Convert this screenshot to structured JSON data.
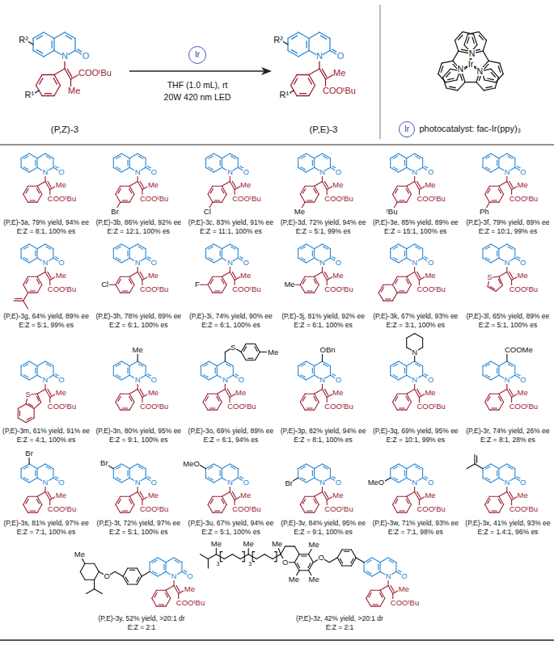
{
  "diagram": {
    "nodes": [
      {
        "text": [
          "Ir"
        ]
      },
      {
        "text": [
          "Ir"
        ]
      }
    ],
    "labels": [
      "R²",
      "R¹",
      "N",
      "O",
      "Me",
      "COOᵗBu",
      "(P,Z)-3",
      "THF (1.0 mL), rt",
      "20W 420 nm LED",
      "R²",
      "R¹",
      "N",
      "O",
      "Me",
      "COOᵗBu",
      "(P,E)-3",
      "Ir",
      "N",
      "N",
      "N",
      "photocatalyst: fac-Ir(ppy)₃",
      "N",
      "O",
      "Me",
      "COOᵗBu",
      "(P,E)-3a, 79% yield, 94% ee",
      "E:Z = 8:1, 100% es",
      "N",
      "O",
      "Me",
      "COOᵗBu",
      "Br",
      "(P,E)-3b, 86% yield, 92% ee",
      "E:Z = 12:1, 100% es",
      "N",
      "O",
      "Me",
      "COOᵗBu",
      "Cl",
      "(P,E)-3c, 83% yield, 91% ee",
      "E:Z = 11:1, 100% es",
      "N",
      "O",
      "Me",
      "COOᵗBu",
      "Me",
      "(P,E)-3d, 72% yield, 94% ee",
      "E:Z = 5:1, 99% es",
      "N",
      "O",
      "Me",
      "COOᵗBu",
      "ᵗBu",
      "(P,E)-3e, 85% yield, 89% ee",
      "E:Z = 15:1, 100% es",
      "N",
      "O",
      "Me",
      "COOᵗBu",
      "Ph",
      "(P,E)-3f, 79% yield, 89% ee",
      "E:Z = 10:1, 99% es",
      "N",
      "O",
      "Me",
      "COOᵗBu",
      "(P,E)-3g, 64% yield, 89% ee",
      "E:Z = 5:1, 99% es",
      "N",
      "O",
      "Me",
      "COOᵗBu",
      "Cl",
      "(P,E)-3h, 78% yield, 89% ee",
      "E:Z = 6:1, 100% es",
      "N",
      "O",
      "Me",
      "COOᵗBu",
      "F",
      "(P,E)-3i, 74% yield, 90% ee",
      "E:Z = 6:1, 100% es",
      "N",
      "O",
      "Me",
      "COOᵗBu",
      "Me",
      "(P,E)-3j, 81% yield, 92% ee",
      "E:Z = 6:1, 100% es",
      "N",
      "O",
      "Me",
      "COOᵗBu",
      "(P,E)-3k, 67% yield, 93% ee",
      "E:Z = 3:1, 100% es",
      "N",
      "O",
      "Me",
      "COOᵗBu",
      "S",
      "(P,E)-3l, 65% yield, 89% ee",
      "E:Z = 5:1, 100% es",
      "N",
      "O",
      "Me",
      "COOᵗBu",
      "S",
      "(P,E)-3m, 61% yield, 91% ee",
      "E:Z = 4:1, 100% es",
      "N",
      "O",
      "Me",
      "COOᵗBu",
      "Me",
      "(P,E)-3n, 80% yield, 95% ee",
      "E:Z = 9:1, 100% es",
      "N",
      "O",
      "Me",
      "COOᵗBu",
      "S",
      "Me",
      "(P,E)-3o, 69% yield, 89% ee",
      "E:Z = 6:1, 94% es",
      "N",
      "O",
      "Me",
      "COOᵗBu",
      "OBn",
      "(P,E)-3p, 82% yield, 94% ee",
      "E:Z = 8:1, 100% es",
      "N",
      "O",
      "Me",
      "COOᵗBu",
      "N",
      "(P,E)-3q, 69% yield, 95% ee",
      "E:Z = 10:1, 99% es",
      "N",
      "O",
      "Me",
      "COOᵗBu",
      "COOMe",
      "(P,E)-3r, 74% yield, 26% ee",
      "E:Z = 8:1, 28% es",
      "N",
      "O",
      "Me",
      "COOᵗBu",
      "Br",
      "(P,E)-3s, 81% yield, 97% ee",
      "E:Z = 7:1, 100% es",
      "N",
      "O",
      "Me",
      "COOᵗBu",
      "Br",
      "(P,E)-3t, 72% yield, 97% ee",
      "E:Z = 5:1, 100% es",
      "N",
      "O",
      "Me",
      "COOᵗBu",
      "MeO",
      "(P,E)-3u, 67% yield, 94% ee",
      "E:Z = 5:1, 100% es",
      "N",
      "O",
      "Me",
      "COOᵗBu",
      "Br",
      "(P,E)-3v, 84% yield, 95% ee",
      "E:Z = 9:1, 100% es",
      "N",
      "O",
      "Me",
      "COOᵗBu",
      "MeO",
      "(P,E)-3w, 71% yield, 93% ee",
      "E:Z = 7:1, 98% es",
      "N",
      "O",
      "Me",
      "COOᵗBu",
      "(P,E)-3x, 41% yield, 93% ee",
      "E:Z = 1.4:1, 96% es",
      "N",
      "O",
      "Me",
      "COOᵗBu",
      "O",
      "Me",
      "(P,E)-3y, 52% yield, >20:1 dr",
      "E:Z = 2:1",
      "N",
      "O",
      "Me",
      "COOᵗBu",
      "O",
      "Me",
      "Me",
      "Me",
      "O",
      "Me",
      "Me",
      "Me",
      "3",
      "3",
      "(P,E)-3z, 42% yield, >20:1 dr",
      "E:Z = 2:1"
    ]
  }
}
